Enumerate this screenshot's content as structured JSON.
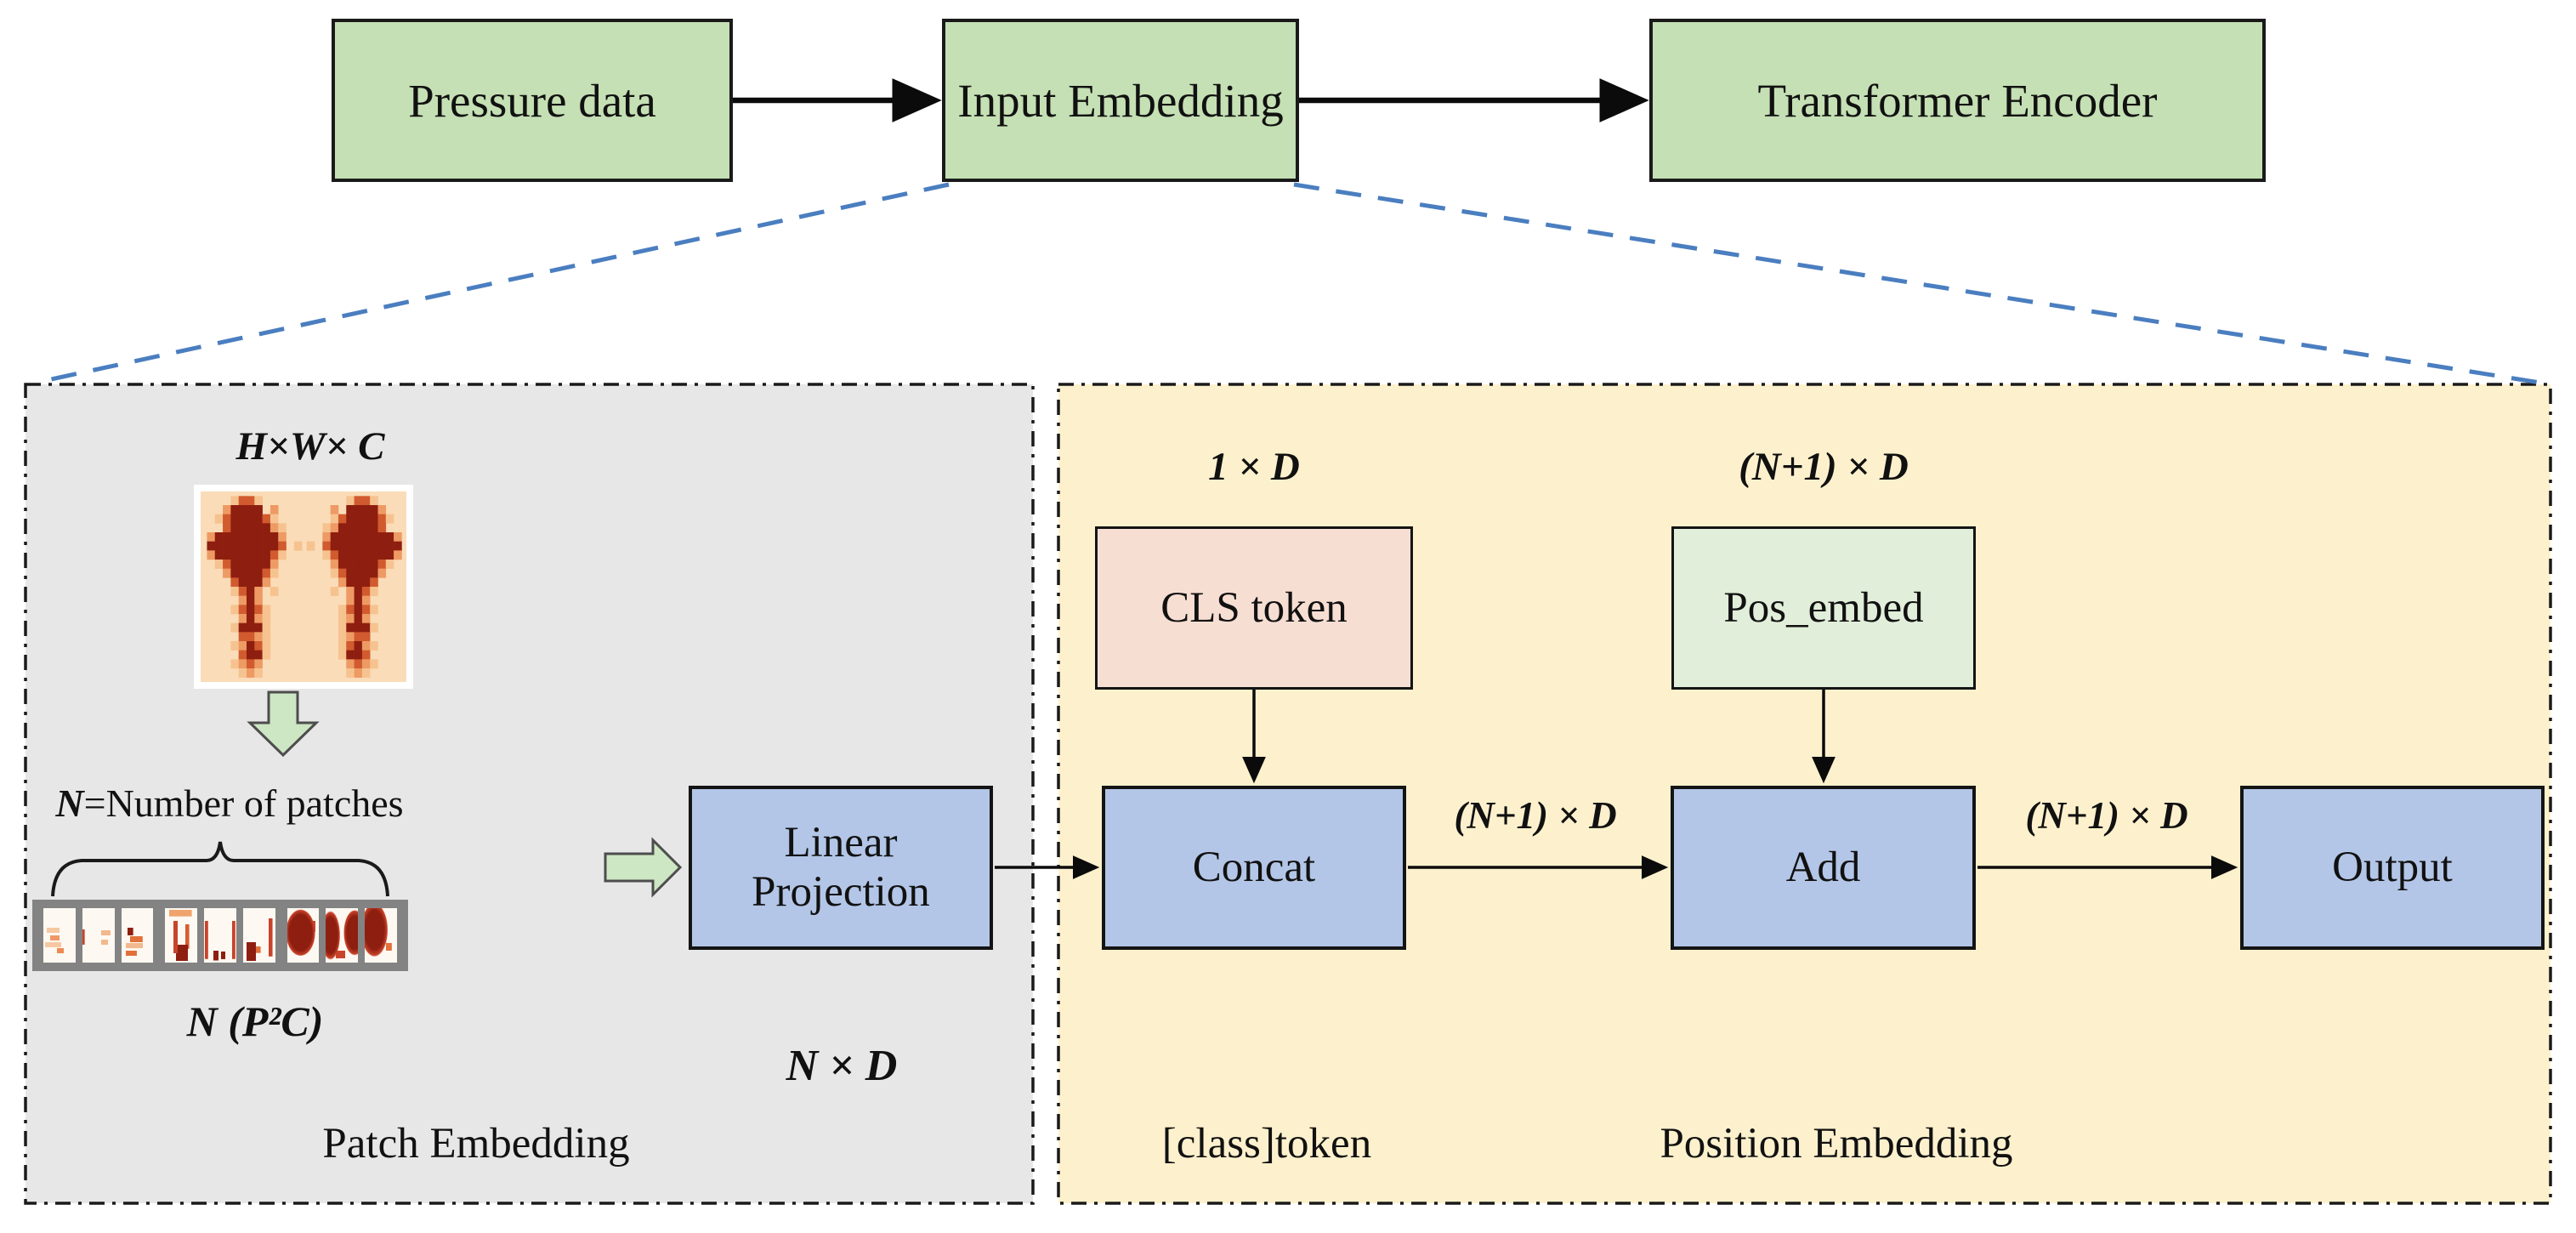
{
  "top_flow": {
    "pressure_label": "Pressure data",
    "input_label": "Input Embedding",
    "encoder_label": "Transformer Encoder"
  },
  "patch_panel": {
    "caption": "Patch Embedding",
    "input_dims": "H×W× C",
    "n_definition_symbol": "N",
    "n_definition_rest": "=Number of patches",
    "patch_dims": "N (P²C)",
    "linear_projection_label": "Linear Projection",
    "projected_dims": "N × D"
  },
  "token_panel": {
    "class_caption": "[class]token",
    "position_caption": "Position Embedding",
    "cls_dims": "1 × D",
    "pos_dims": "(N+1) × D",
    "cls_label": "CLS token",
    "pos_label": "Pos_embed",
    "concat_label": "Concat",
    "add_label": "Add",
    "output_label": "Output",
    "concat_to_add_dims": "(N+1) × D",
    "add_to_output_dims": "(N+1) × D"
  },
  "colors": {
    "top_box": "#c5e0b4",
    "blue_box": "#b3c6e7",
    "cls_box": "#f7ded3",
    "pos_box": "#e1eeda",
    "gray_panel": "#e8e7e7",
    "yellow_panel": "#fdf1cd",
    "dashed_connector": "#4a7ec0",
    "block_arrow_fill": "#cde6c3",
    "heatmap_bg": "#fadcb8",
    "patch_frame": "#838383"
  },
  "icons": {
    "down_arrow": "block-arrow-down",
    "right_arrow": "block-arrow-right",
    "brace": "overbrace"
  },
  "heatmap": {
    "palette": {
      "1": "#f6c390",
      "2": "#ee9a64",
      "3": "#d15b2e",
      "4": "#8e1e10"
    },
    "rows": [
      "...1331.....",
      "..24444.2...",
      ".13444431...",
      "..34444421..",
      "2444444442..",
      "4444444443.1",
      "2444444431..",
      ".13444442...",
      "..2444431...",
      "...34442....",
      "...1342.1...",
      "....242.....",
      "...13431....",
      "....2421....",
      "...14441....",
      "....3321....",
      "...12431....",
      "....3441....",
      "...1232.....",
      "....121....."
    ]
  },
  "patch_row": {
    "cell_patterns": [
      "p1",
      "p2",
      "p3",
      "p4",
      "p5",
      "p6",
      "p7",
      "p8",
      "p9"
    ]
  }
}
